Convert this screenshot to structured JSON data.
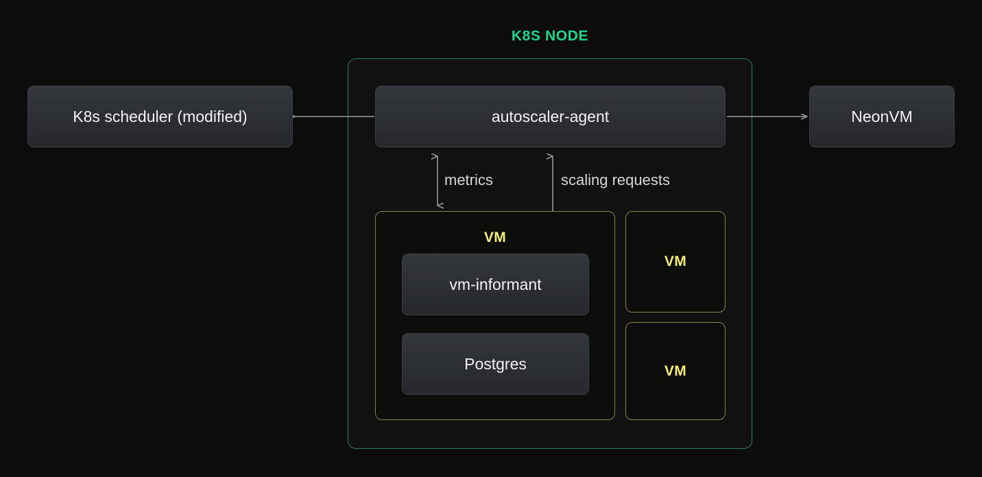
{
  "diagram": {
    "title": "K8S NODE",
    "colors": {
      "background": "#0c0c0c",
      "node_border": "#2e7d5b",
      "title_accent": "#22d48a",
      "vm_border": "#8a8546",
      "vm_label": "#f2ef7e",
      "component_text": "#f2f2f2",
      "arrow": "#9a9a9a",
      "edge_label": "#d7d7d7"
    },
    "external_nodes": [
      {
        "id": "scheduler",
        "label": "K8s scheduler (modified)"
      },
      {
        "id": "neonvm",
        "label": "NeonVM"
      }
    ],
    "node_components": [
      {
        "id": "agent",
        "label": "autoscaler-agent"
      }
    ],
    "vm_main": {
      "label": "VM",
      "components": [
        {
          "id": "informant",
          "label": "vm-informant"
        },
        {
          "id": "postgres",
          "label": "Postgres"
        }
      ]
    },
    "vm_others": [
      {
        "id": "vm-2",
        "label": "VM"
      },
      {
        "id": "vm-3",
        "label": "VM"
      }
    ],
    "edges": [
      {
        "id": "agent-to-scheduler",
        "label": "",
        "direction": "left",
        "from": "agent",
        "to": "scheduler"
      },
      {
        "id": "agent-to-neonvm",
        "label": "",
        "direction": "right",
        "from": "agent",
        "to": "neonvm"
      },
      {
        "id": "metrics",
        "label": "metrics",
        "direction": "both",
        "from": "agent",
        "to": "vm_main"
      },
      {
        "id": "scaling-requests",
        "label": "scaling requests",
        "direction": "both",
        "from": "agent",
        "to": "informant"
      }
    ]
  }
}
